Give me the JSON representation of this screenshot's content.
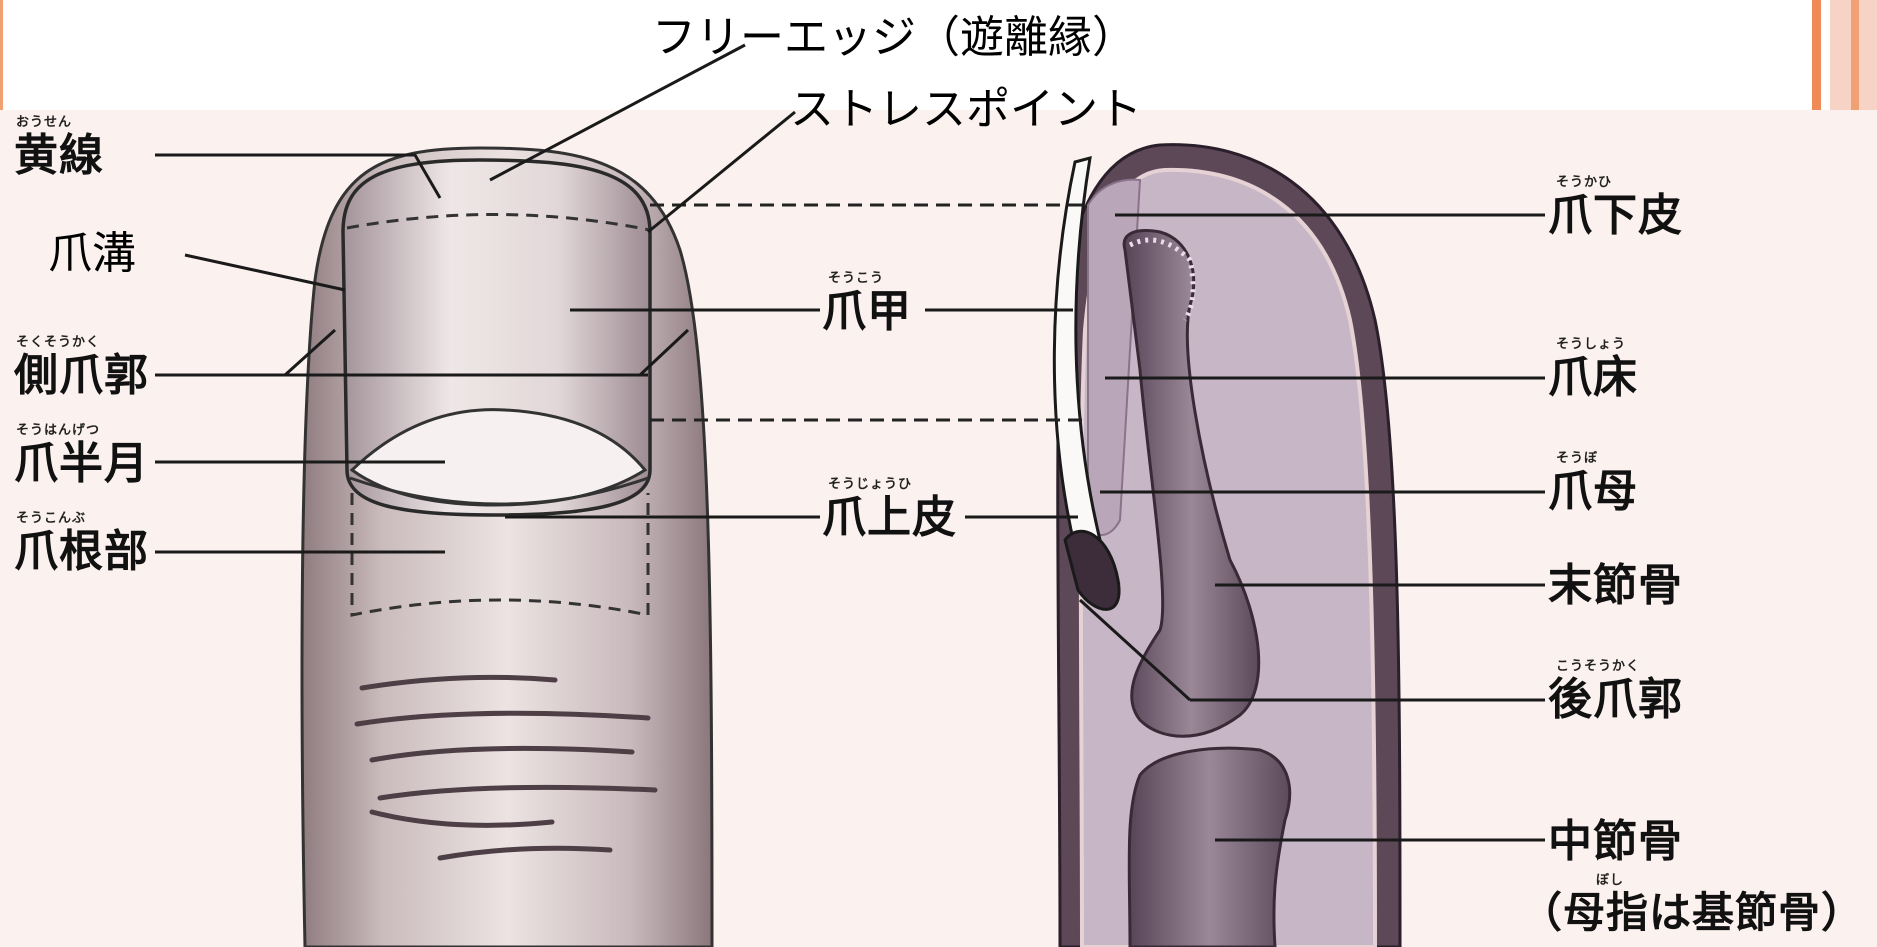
{
  "colors": {
    "page_bg": "#ffffff",
    "plate_bg": "#fbf1ee",
    "skin_light": "#e3d7d6",
    "skin_shade": "#8f7c80",
    "tissue_purple": "#675165",
    "nail_bed": "#c9bccb",
    "bone": "#7d6b7a",
    "accent_orange": "#f08b55"
  },
  "callouts": {
    "free_edge": "フリーエッジ（遊離縁）",
    "stress_point": "ストレスポイント",
    "nail_groove": "爪溝"
  },
  "left_labels": [
    {
      "ruby": "おうせん",
      "text": "黄線"
    },
    {
      "ruby": "そくそうかく",
      "text": "側爪郭"
    },
    {
      "ruby": "そうはんげつ",
      "text": "爪半月"
    },
    {
      "ruby": "そうこんぶ",
      "text": "爪根部"
    }
  ],
  "center_labels": [
    {
      "ruby": "そうこう",
      "text": "爪甲"
    },
    {
      "ruby": "そうじょうひ",
      "text": "爪上皮"
    }
  ],
  "right_labels": [
    {
      "ruby": "そうかひ",
      "text": "爪下皮"
    },
    {
      "ruby": "そうしょう",
      "text": "爪床"
    },
    {
      "ruby": "そうぼ",
      "text": "爪母"
    },
    {
      "ruby": "",
      "text": "末節骨"
    },
    {
      "ruby": "こうそうかく",
      "text": "後爪郭"
    },
    {
      "ruby": "",
      "text": "中節骨"
    },
    {
      "ruby": "ぼし",
      "text": "（母指は基節骨）"
    }
  ]
}
